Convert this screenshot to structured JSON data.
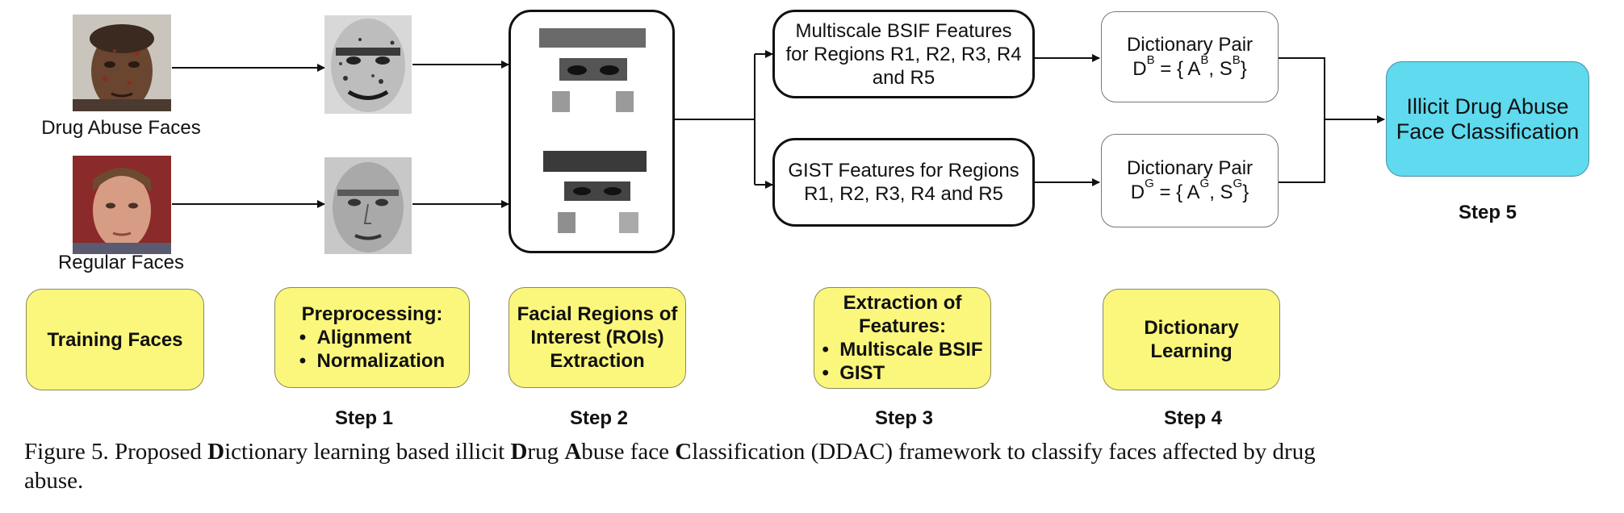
{
  "faces": {
    "drug_label": "Drug Abuse Faces",
    "regular_label": "Regular Faces"
  },
  "features": {
    "bsif": [
      "Multiscale BSIF Features",
      "for Regions R1, R2, R3, R4",
      "and R5"
    ],
    "gist": [
      "GIST Features for Regions",
      "R1, R2, R3, R4 and R5"
    ]
  },
  "dictionary": {
    "title": "Dictionary Pair",
    "bsif_sym": "B",
    "gist_sym": "G"
  },
  "classification": [
    "Illicit Drug Abuse",
    "Face Classification"
  ],
  "stage_labels": {
    "training": "Training Faces",
    "preprocessing_title": "Preprocessing:",
    "preprocessing_items": [
      "Alignment",
      "Normalization"
    ],
    "roi": [
      "Facial Regions of",
      "Interest (ROIs)",
      "Extraction"
    ],
    "extraction_title": [
      "Extraction of",
      "Features:"
    ],
    "extraction_items": [
      "Multiscale BSIF",
      "GIST"
    ],
    "dictionary_learning": [
      "Dictionary",
      "Learning"
    ]
  },
  "steps": [
    "Step 1",
    "Step 2",
    "Step 3",
    "Step 4",
    "Step 5"
  ],
  "caption": {
    "prefix": "Figure 5. Proposed ",
    "parts": [
      {
        "bold": "D",
        "rest": "ictionary learning based illicit "
      },
      {
        "bold": "D",
        "rest": "rug "
      },
      {
        "bold": "A",
        "rest": "buse face "
      },
      {
        "bold": "C",
        "rest": "lassification (DDAC) framework to classify faces affected by drug"
      }
    ],
    "line2": "abuse."
  }
}
